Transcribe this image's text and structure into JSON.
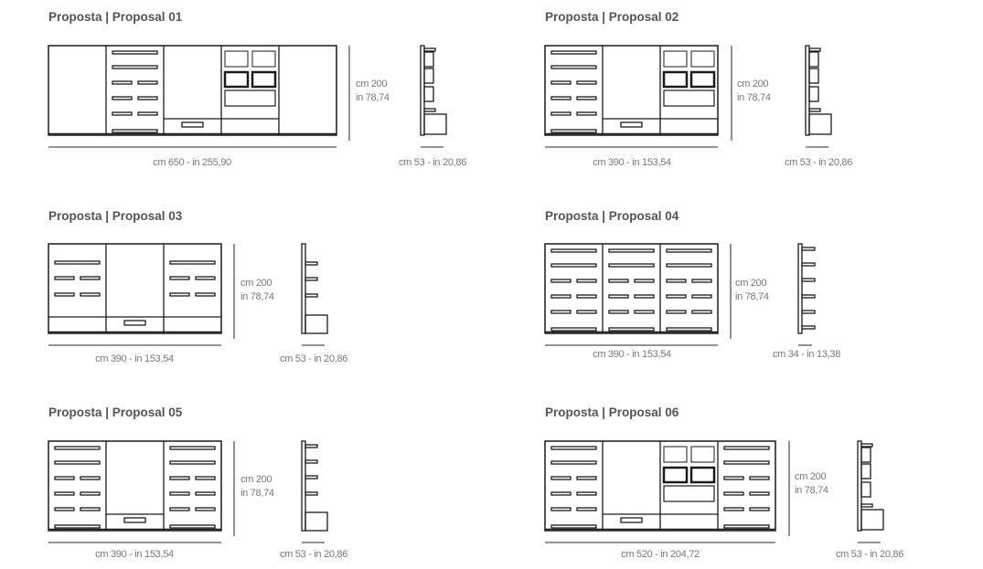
{
  "colors": {
    "line": "#1a1a1a",
    "dim": "#555555",
    "text": "#777777",
    "title": "#555555"
  },
  "proposals": [
    {
      "title": "Proposta | Proposal 01",
      "modules": [
        "empty",
        "shelves",
        "tv",
        "boxes",
        "empty"
      ],
      "side": "boxes",
      "height_cm": "cm 200",
      "height_in": "in 78,74",
      "width_label": "cm 650 - in 255,90",
      "depth_label": "cm 53 - in 20,86"
    },
    {
      "title": "Proposta | Proposal 02",
      "modules": [
        "shelves",
        "tv",
        "boxes"
      ],
      "side": "boxes",
      "height_cm": "cm 200",
      "height_in": "in 78,74",
      "width_label": "cm 390 - in 153,54",
      "depth_label": "cm 53 - in 20,86"
    },
    {
      "title": "Proposta | Proposal 03",
      "modules": [
        "shelves-low",
        "tv",
        "shelves-low"
      ],
      "side": "low",
      "height_cm": "cm 200",
      "height_in": "in 78,74",
      "width_label": "cm 390 - in 153,54",
      "depth_label": "cm 53 - in 20,86"
    },
    {
      "title": "Proposta | Proposal 04",
      "modules": [
        "shelves",
        "shelves",
        "shelves"
      ],
      "side": "shelves",
      "height_cm": "cm 200",
      "height_in": "in 78,74",
      "width_label": "cm 390 - in 153,54",
      "depth_label": "cm 34 - in 13,38"
    },
    {
      "title": "Proposta | Proposal 05",
      "modules": [
        "shelves",
        "tv",
        "shelves"
      ],
      "side": "shelves-drawer",
      "height_cm": "cm 200",
      "height_in": "in 78,74",
      "width_label": "cm 390 - in 153,54",
      "depth_label": "cm 53 - in 20,86"
    },
    {
      "title": "Proposta | Proposal 06",
      "modules": [
        "shelves",
        "tv",
        "boxes",
        "shelves"
      ],
      "side": "boxes",
      "height_cm": "cm 200",
      "height_in": "in 78,74",
      "width_label": "cm 520 - in 204,72",
      "depth_label": "cm 53 - in 20,86"
    }
  ]
}
